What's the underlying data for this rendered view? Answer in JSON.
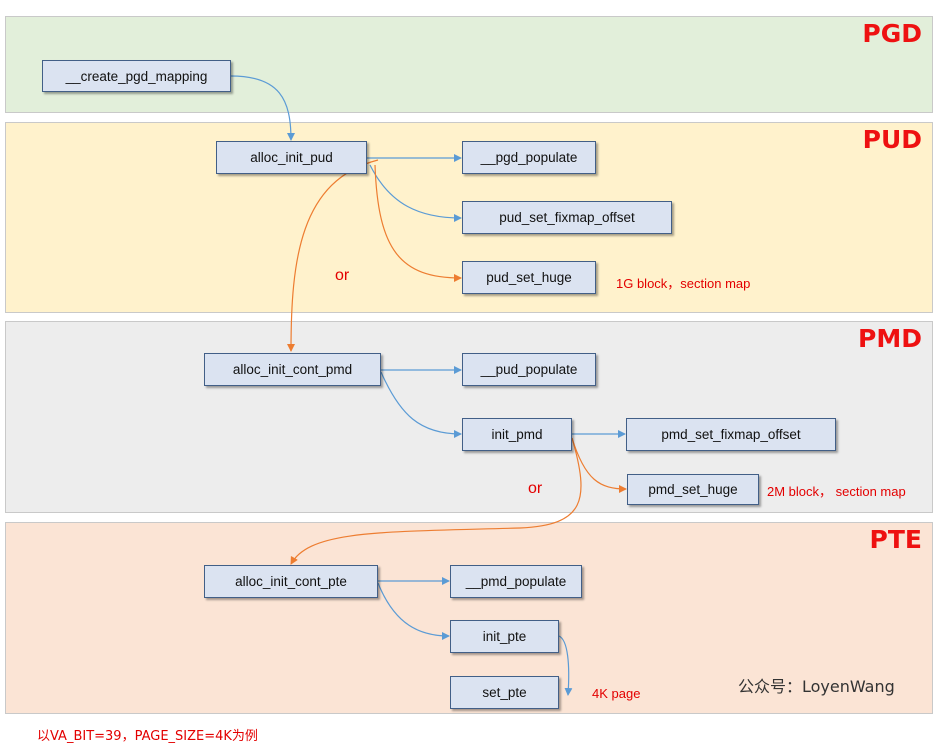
{
  "bands": {
    "pgd": {
      "title": "PGD",
      "color": "#e2efda"
    },
    "pud": {
      "title": "PUD",
      "color": "#fff2cc"
    },
    "pmd": {
      "title": "PMD",
      "color": "#ededed"
    },
    "pte": {
      "title": "PTE",
      "color": "#fbe4d5"
    }
  },
  "nodes": {
    "create_pgd_mapping": "__create_pgd_mapping",
    "alloc_init_pud": "alloc_init_pud",
    "pgd_populate": "__pgd_populate",
    "pud_set_fixmap_offset": "pud_set_fixmap_offset",
    "pud_set_huge": "pud_set_huge",
    "alloc_init_cont_pmd": "alloc_init_cont_pmd",
    "pud_populate": "__pud_populate",
    "init_pmd": "init_pmd",
    "pmd_set_fixmap_offset": "pmd_set_fixmap_offset",
    "pmd_set_huge": "pmd_set_huge",
    "alloc_init_cont_pte": "alloc_init_cont_pte",
    "pmd_populate": "__pmd_populate",
    "init_pte": "init_pte",
    "set_pte": "set_pte"
  },
  "notes": {
    "pud_block": "1G block，section map",
    "pmd_block": "2M block，  section map",
    "pte_page": "4K page"
  },
  "or_labels": {
    "pud": "or",
    "pmd": "or"
  },
  "watermark": "公众号：LoyenWang",
  "footer": "以VA_BIT=39，PAGE_SIZE=4K为例",
  "colors": {
    "blue_arrow": "#5b9bd5",
    "orange_arrow": "#ed7d31",
    "title_red": "#ee1111"
  }
}
